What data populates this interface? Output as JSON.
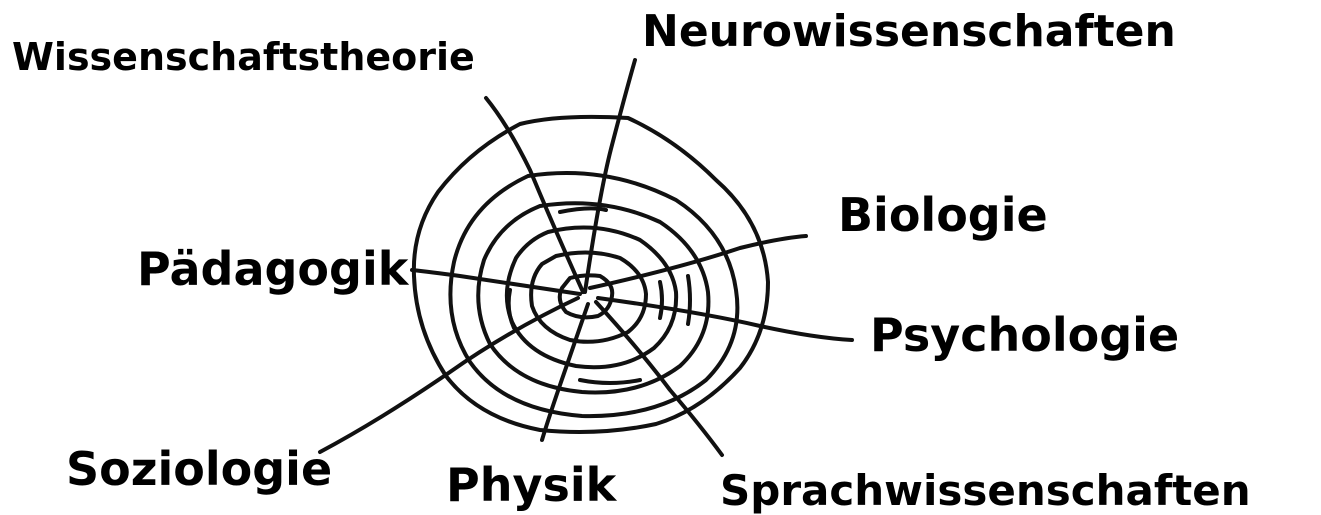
{
  "disciplines": {
    "wissenschaftstheorie": "Wissenschaftstheorie",
    "neurowissenschaften": "Neurowissenschaften",
    "biologie": "Biologie",
    "paedagogik": "Pädagogik",
    "psychologie": "Psychologie",
    "soziologie": "Soziologie",
    "physik": "Physik",
    "sprachwissenschaften": "Sprachwissenschaften"
  },
  "colors": {
    "ink": "#111111",
    "background": "#ffffff"
  }
}
